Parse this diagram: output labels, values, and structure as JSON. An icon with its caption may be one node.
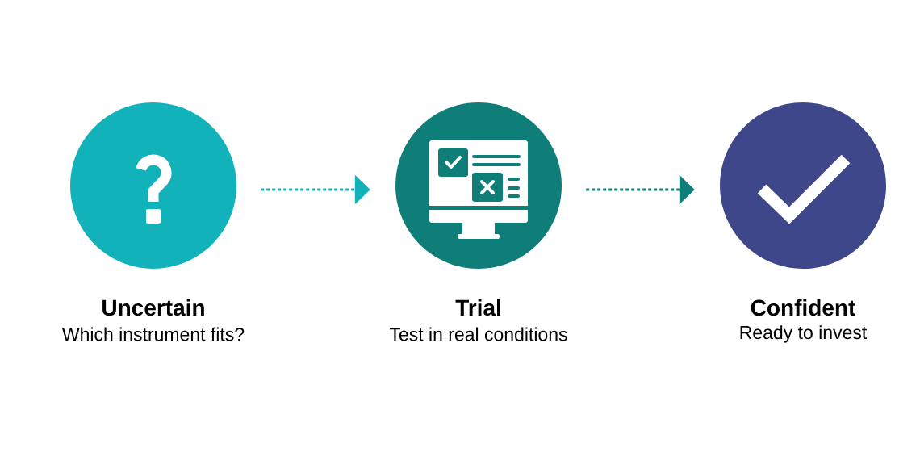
{
  "diagram": {
    "nodes": [
      {
        "text": [
          "Uncertain",
          "Which instrument fits?"
        ]
      },
      {
        "text": [
          "Trial",
          "Test in real conditions"
        ]
      },
      {
        "text": [
          "Confident",
          "Ready to invest"
        ]
      }
    ],
    "edges": [
      {
        "from": 0,
        "to": 1,
        "arrow": "to",
        "style": "dashed",
        "color": "#12b2ba"
      },
      {
        "from": 1,
        "to": 2,
        "arrow": "to",
        "style": "dashed",
        "color": "#0f7d78"
      }
    ]
  }
}
